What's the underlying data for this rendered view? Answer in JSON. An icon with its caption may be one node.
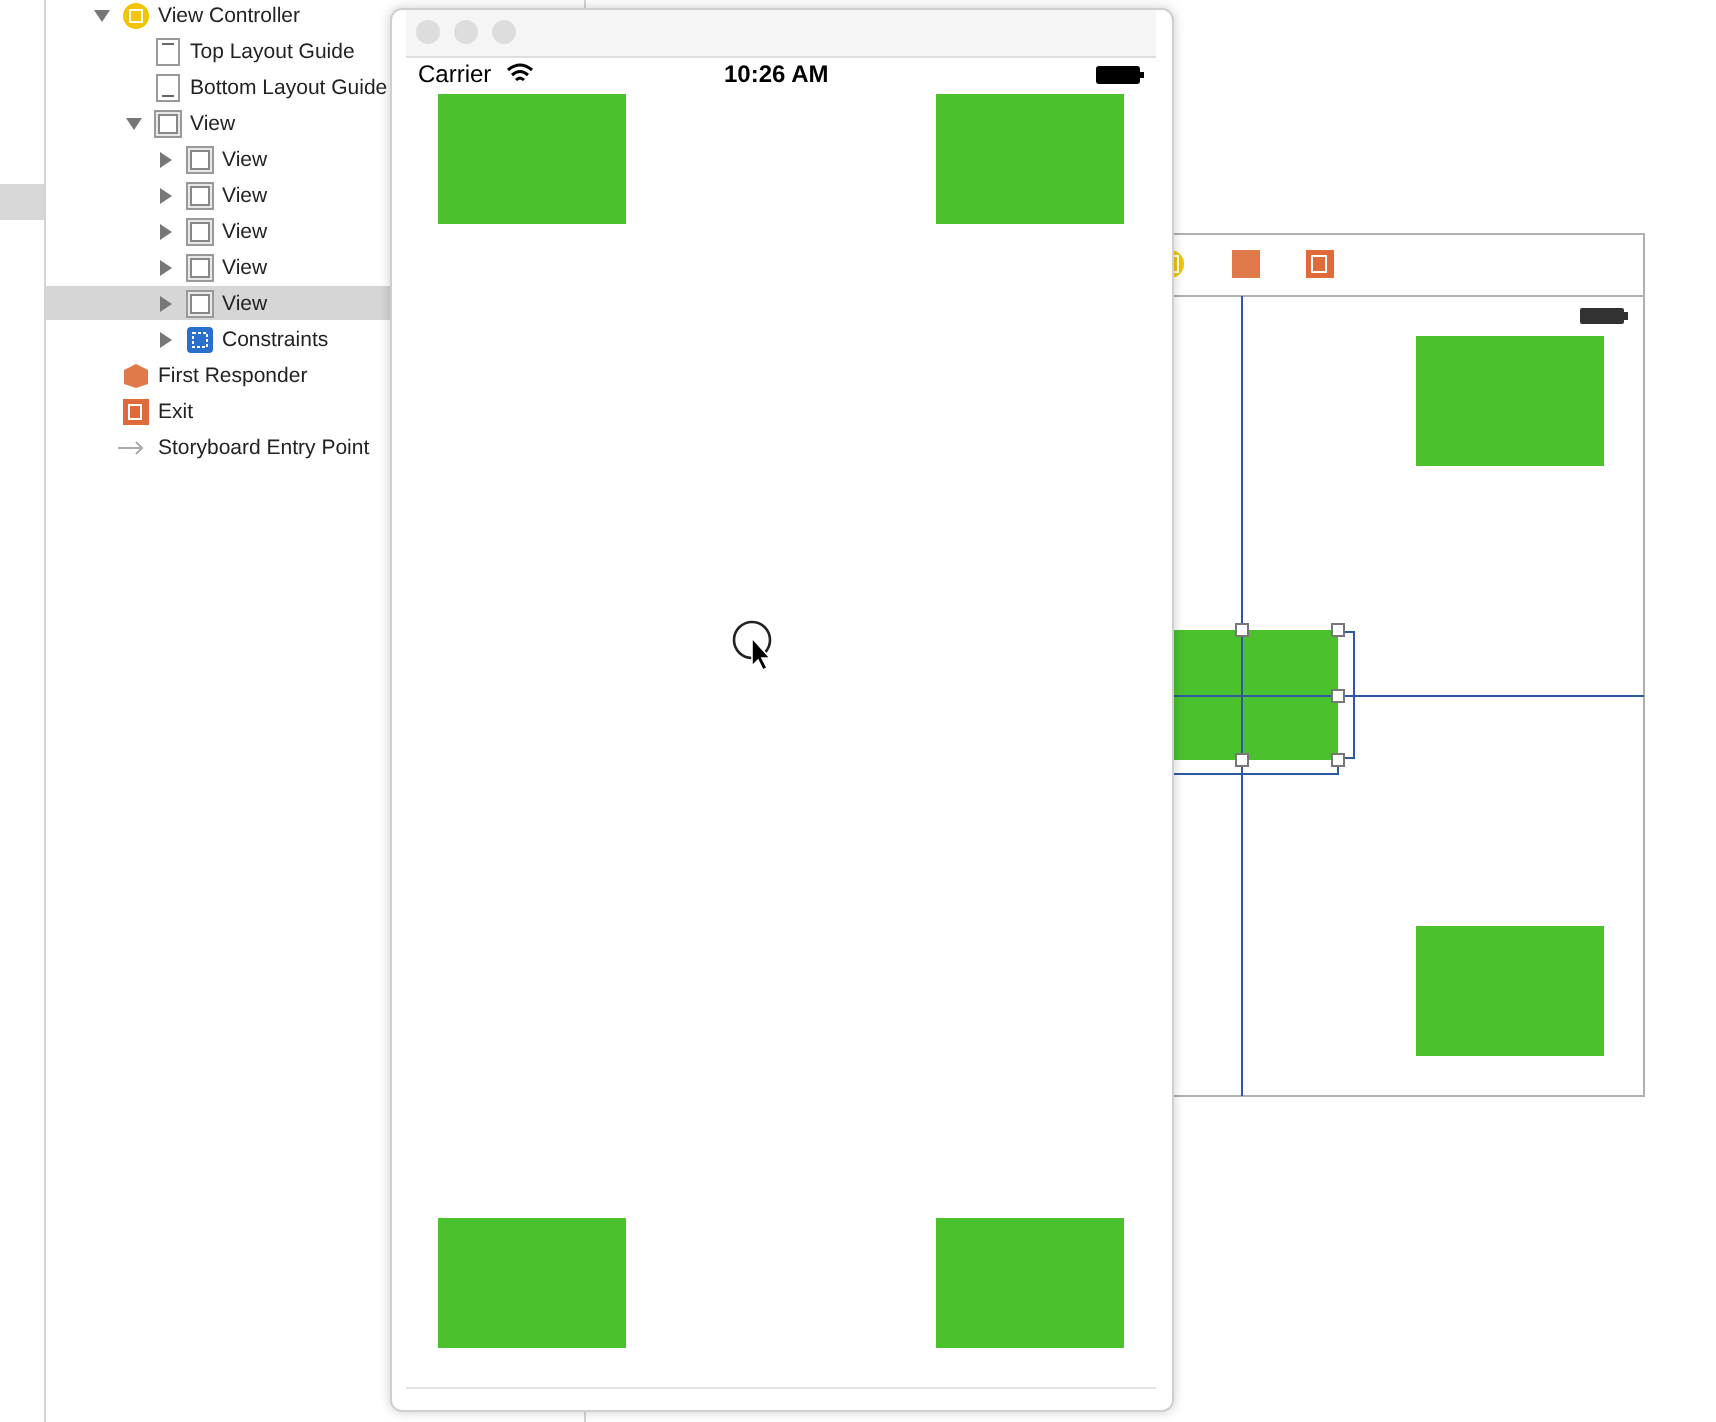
{
  "diagram": {
    "labels": [
      "View Controller",
      "Top Layout Guide",
      "Bottom Layout Guide",
      "View",
      "View",
      "View",
      "View",
      "View",
      "View",
      "Constraints",
      "First Responder",
      "Exit",
      "Storyboard Entry Point",
      "Carrier",
      "10:26 AM"
    ]
  }
}
